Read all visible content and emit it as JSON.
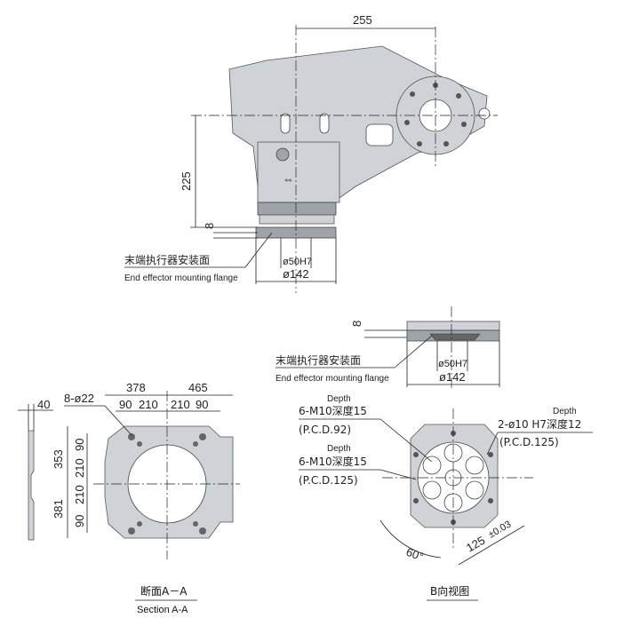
{
  "top_view": {
    "dim_255": "255",
    "dim_225": "225",
    "dim_8": "8",
    "flange_cn": "末端执行器安装面",
    "flange_en": "End effector mounting flange",
    "dim_d50": "ø50H7",
    "dim_d142": "ø142"
  },
  "flange_detail": {
    "dim_8": "8",
    "flange_cn": "末端执行器安装面",
    "flange_en": "End effector mounting flange",
    "dim_d50": "ø50H7",
    "dim_d142": "ø142"
  },
  "section": {
    "dim_40": "40",
    "holes": "8-ø22",
    "dim_378": "378",
    "dim_465": "465",
    "dim_90a": "90",
    "dim_210a": "210",
    "dim_210b": "210",
    "dim_90b": "90",
    "dim_353": "353",
    "dim_381": "381",
    "v_90a": "90",
    "v_210a": "210",
    "v_210b": "210",
    "v_90b": "90",
    "caption_cn": "断面A－A",
    "caption_en": "Section A-A"
  },
  "b_view": {
    "depth1": "Depth",
    "note1": "6-M10深度15",
    "pcd1": "(P.C.D.92)",
    "depth2": "Depth",
    "note2": "6-M10深度15",
    "pcd2": "(P.C.D.125)",
    "depth3": "Depth",
    "note3": "2-ø10 H7深度12",
    "pcd3": "(P.C.D.125)",
    "angle": "60°",
    "dim_125": "125",
    "tol": "±0.03",
    "caption": "B向视图"
  }
}
